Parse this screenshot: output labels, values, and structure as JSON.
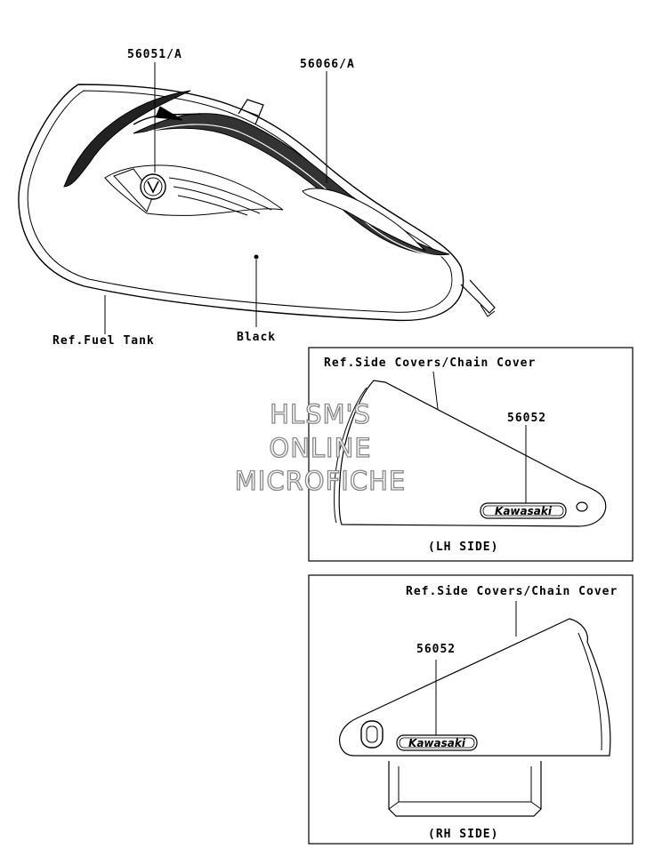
{
  "callouts": {
    "emblem_part": "56051/A",
    "tank_stripe_part": "56066/A",
    "fuel_tank_ref": "Ref.Fuel Tank",
    "color_note": "Black",
    "lh_cover_ref": "Ref.Side Covers/Chain Cover",
    "lh_decal_part": "56052",
    "lh_caption": "(LH SIDE)",
    "rh_cover_ref": "Ref.Side Covers/Chain Cover",
    "rh_decal_part": "56052",
    "rh_caption": "(RH SIDE)"
  },
  "decal_text": {
    "lh": "Kawasaki",
    "rh": "Kawasaki"
  },
  "watermark": {
    "line1": "HLSM'S",
    "line2": "ONLINE",
    "line3": "MICROFICHE"
  }
}
